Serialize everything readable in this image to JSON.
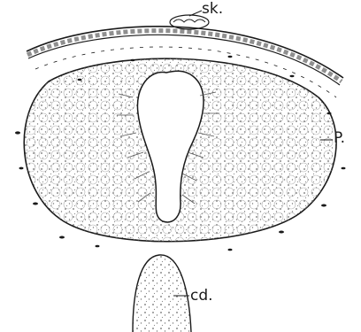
{
  "labels": {
    "skin": "sk.",
    "pharynx": "P.",
    "notochord": "cd."
  },
  "colors": {
    "ink": "#1a1a1a",
    "paper": "#ffffff",
    "stipple": "#6b6b6b"
  }
}
